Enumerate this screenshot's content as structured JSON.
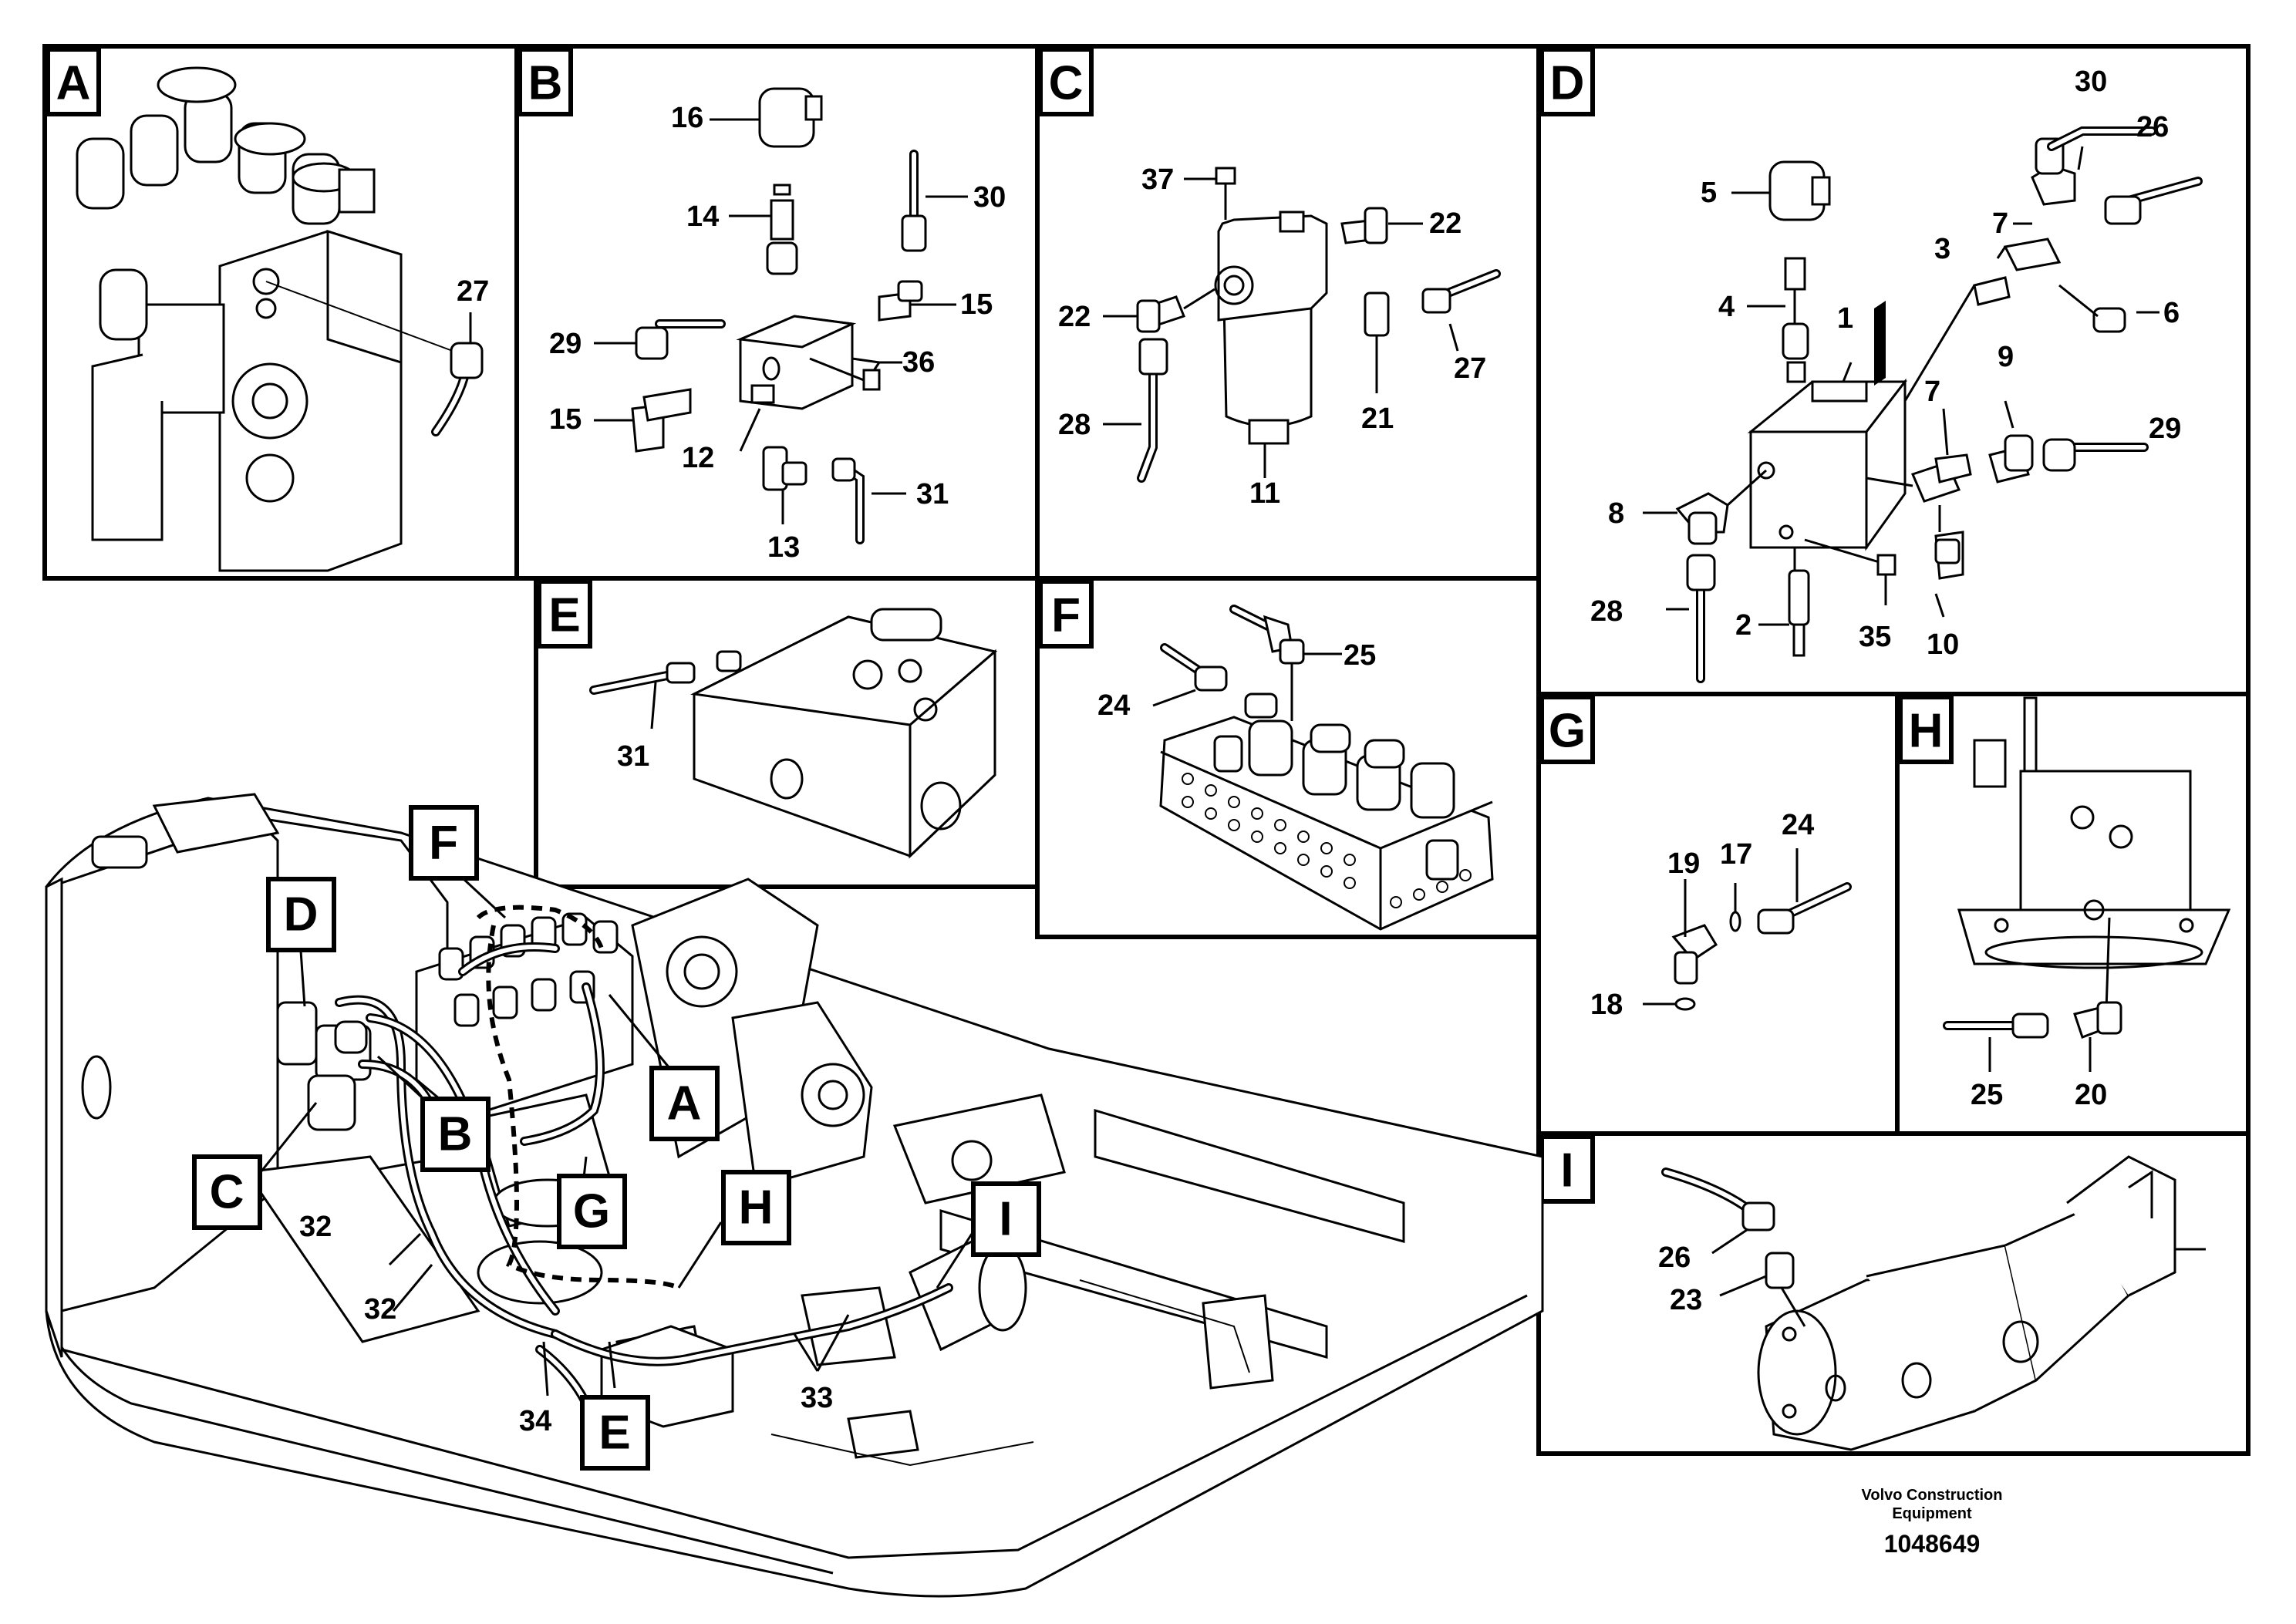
{
  "panels": {
    "A": {
      "letter": "A",
      "labels": {
        "p27": "27"
      }
    },
    "B": {
      "letter": "B",
      "labels": {
        "p16": "16",
        "p14": "14",
        "p30": "30",
        "p29": "29",
        "p15a": "15",
        "p15b": "15",
        "p36": "36",
        "p12": "12",
        "p13": "13",
        "p31": "31"
      }
    },
    "C": {
      "letter": "C",
      "labels": {
        "p37": "37",
        "p22a": "22",
        "p22b": "22",
        "p27": "27",
        "p21": "21",
        "p28": "28",
        "p11": "11"
      }
    },
    "D": {
      "letter": "D",
      "labels": {
        "p30": "30",
        "p26": "26",
        "p5": "5",
        "p7a": "7",
        "p3": "3",
        "p6": "6",
        "p4": "4",
        "p1": "1",
        "p9": "9",
        "p7b": "7",
        "p29": "29",
        "p8": "8",
        "p28": "28",
        "p2": "2",
        "p35": "35",
        "p10": "10"
      }
    },
    "E": {
      "letter": "E",
      "labels": {
        "p31": "31"
      }
    },
    "F": {
      "letter": "F",
      "labels": {
        "p25": "25",
        "p24": "24"
      }
    },
    "G": {
      "letter": "G",
      "labels": {
        "p19": "19",
        "p17": "17",
        "p24": "24",
        "p18": "18"
      }
    },
    "H": {
      "letter": "H",
      "labels": {
        "p25": "25",
        "p20": "20"
      }
    },
    "I": {
      "letter": "I",
      "labels": {
        "p26": "26",
        "p23": "23"
      }
    }
  },
  "overview": {
    "tags": {
      "D": "D",
      "F": "F",
      "A": "A",
      "B": "B",
      "C": "C",
      "G": "G",
      "H": "H",
      "I": "I",
      "E": "E"
    },
    "labels": {
      "p32a": "32",
      "p32b": "32",
      "p33": "33",
      "p34": "34"
    }
  },
  "footer": {
    "company_line1": "Volvo Construction",
    "company_line2": "Equipment",
    "drawing_number": "1048649"
  }
}
